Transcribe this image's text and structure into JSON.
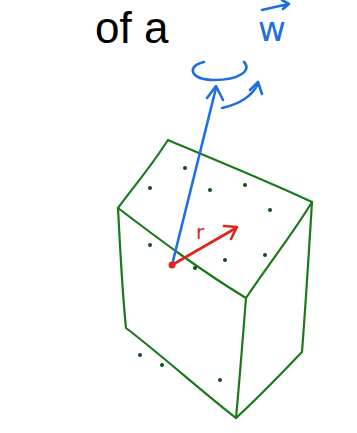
{
  "diagram": {
    "labels": [
      "of a",
      "w",
      "r"
    ]
  }
}
